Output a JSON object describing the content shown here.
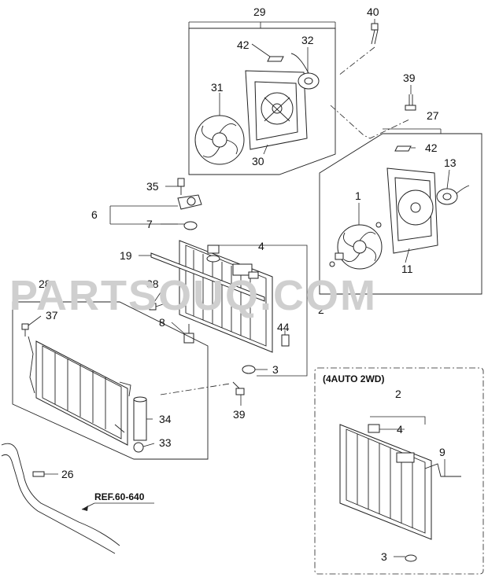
{
  "watermark": "PARTSOUQ.COM",
  "reference_label": "REF.60-640",
  "variant_box_title": "(4AUTO 2WD)",
  "callouts": {
    "c29": "29",
    "c40": "40",
    "c42a": "42",
    "c32": "32",
    "c39a": "39",
    "c31": "31",
    "c27": "27",
    "c30": "30",
    "c42b": "42",
    "c13": "13",
    "c35": "35",
    "c1": "1",
    "c6": "6",
    "c7": "7",
    "c4a": "4",
    "c19": "19",
    "c11": "11",
    "c38": "38",
    "c2a": "2",
    "c28": "28",
    "c37": "37",
    "c8": "8",
    "c44": "44",
    "c3a": "3",
    "c34": "34",
    "c39b": "39",
    "c33": "33",
    "c26": "26",
    "c2b": "2",
    "c4b": "4",
    "c9": "9",
    "c3b": "3"
  },
  "colors": {
    "line": "#222222",
    "watermark": "#cfcfcf",
    "background": "#ffffff"
  }
}
